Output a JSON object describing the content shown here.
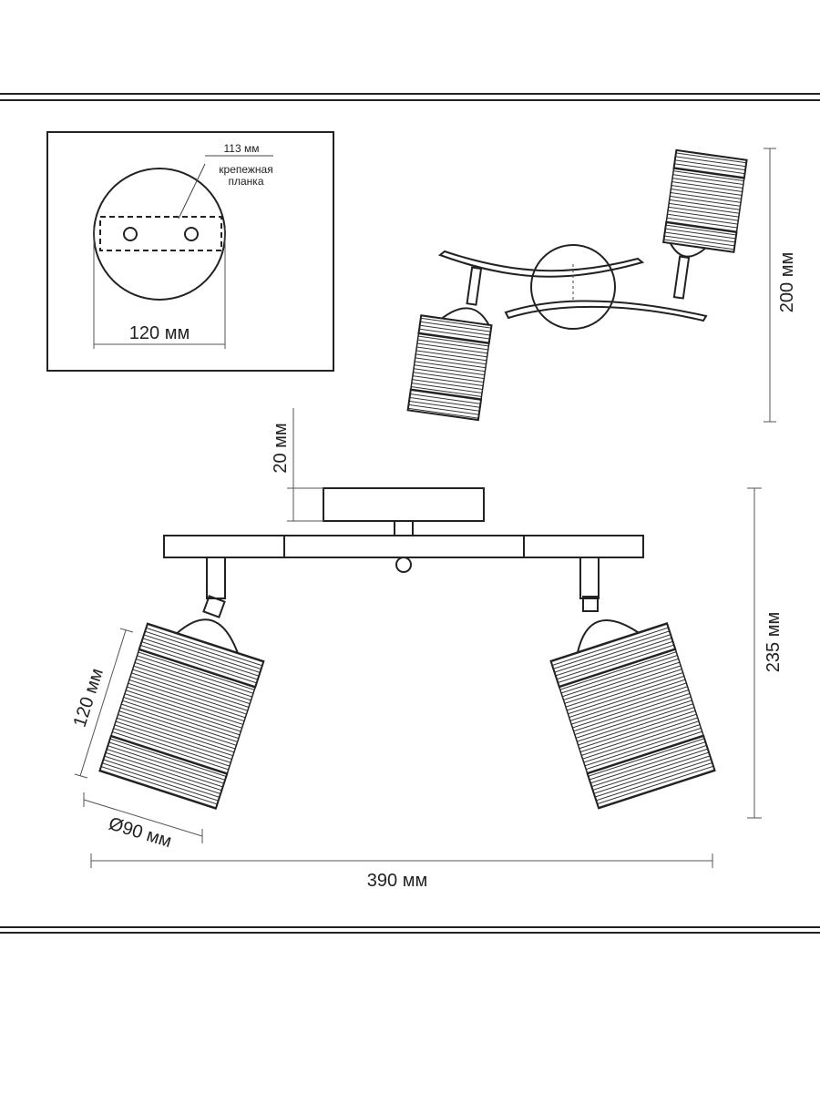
{
  "inset": {
    "width_label": "113 мм",
    "plate_label_line1": "крепежная",
    "plate_label_line2": "планка",
    "diameter_label": "120 мм"
  },
  "dimensions": {
    "height_top_view": "200 мм",
    "canopy_height": "20 мм",
    "total_height": "235 мм",
    "shade_length": "120 мм",
    "shade_diameter": "Ø90 мм",
    "total_width": "390 мм"
  },
  "colors": {
    "line": "#222222",
    "background": "#ffffff"
  }
}
